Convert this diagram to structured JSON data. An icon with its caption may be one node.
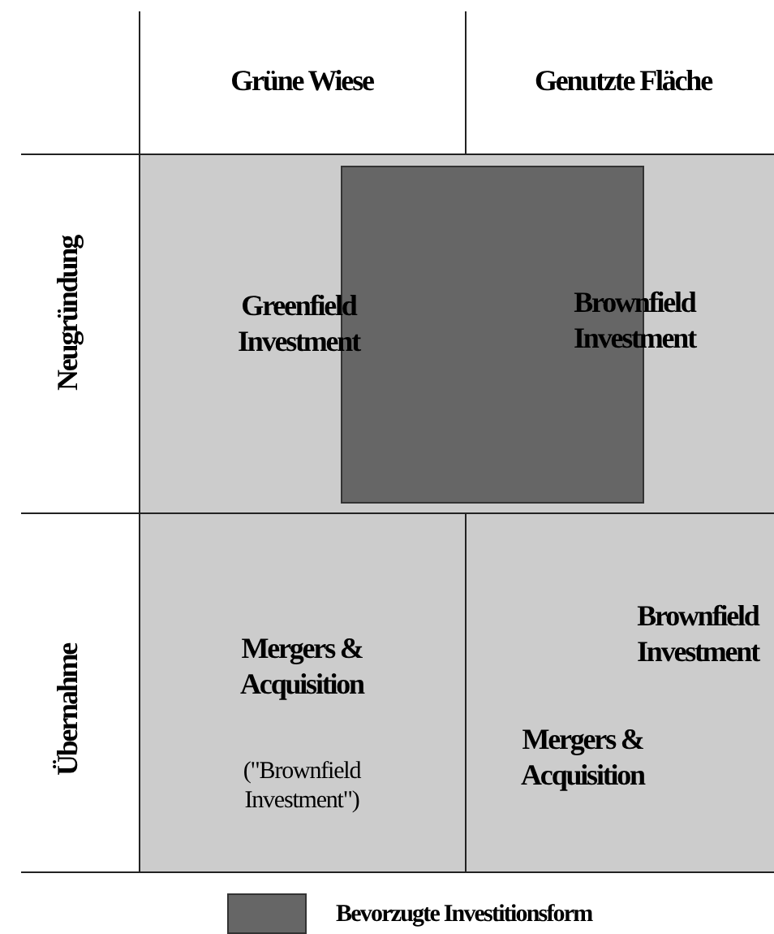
{
  "diagram": {
    "nodes": [
      {
        "text": [
          "Greenfield Investment",
          "Brownfield Investment"
        ]
      },
      {
        "text": [
          "Mergers & Acquisition",
          "(\"Brownfield Investment\")"
        ]
      },
      {
        "text": [
          "Brownfield Investment",
          "Mergers & Acquisition"
        ]
      }
    ],
    "edges": [],
    "labels": [
      "Grüne Wiese",
      "Genutzte Fläche",
      "Neugründung",
      "Übernahme"
    ],
    "legend": [
      {
        "text": "Bevorzugte Investitionsform",
        "color": "#666666"
      }
    ]
  }
}
